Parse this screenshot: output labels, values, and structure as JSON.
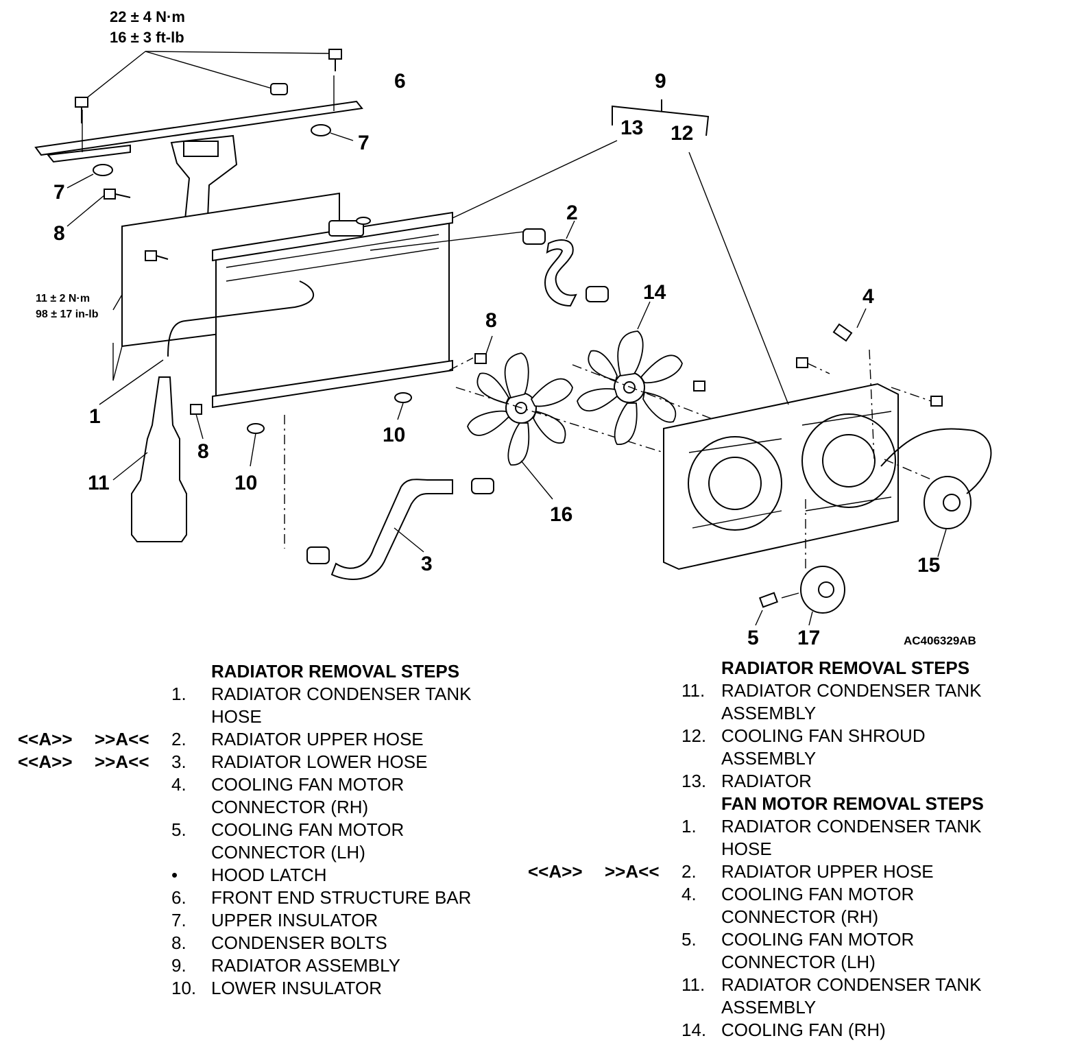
{
  "torque_top": {
    "line1": "22 ± 4 N·m",
    "line2": "16 ± 3 ft-lb"
  },
  "torque_side": {
    "line1": "11 ± 2 N·m",
    "line2": "98 ± 17 in-lb"
  },
  "figure_id": "AC406329AB",
  "callouts": {
    "c1": "1",
    "c2": "2",
    "c3": "3",
    "c4": "4",
    "c5": "5",
    "c6": "6",
    "c7a": "7",
    "c7b": "7",
    "c8a": "8",
    "c8b": "8",
    "c8c": "8",
    "c9": "9",
    "c10a": "10",
    "c10b": "10",
    "c11": "11",
    "c12": "12",
    "c13": "13",
    "c14": "14",
    "c15": "15",
    "c16": "16",
    "c17": "17"
  },
  "left_steps": {
    "heading": "RADIATOR REMOVAL STEPS",
    "rows": [
      {
        "num": "1.",
        "text": "RADIATOR CONDENSER TANK",
        "mark1": "",
        "mark2": ""
      },
      {
        "num": "",
        "text": "HOSE",
        "mark1": "",
        "mark2": ""
      },
      {
        "num": "2.",
        "text": "RADIATOR UPPER HOSE",
        "mark1": "<<A>>",
        "mark2": ">>A<<"
      },
      {
        "num": "3.",
        "text": "RADIATOR LOWER HOSE",
        "mark1": "<<A>>",
        "mark2": ">>A<<"
      },
      {
        "num": "4.",
        "text": "COOLING FAN MOTOR",
        "mark1": "",
        "mark2": ""
      },
      {
        "num": "",
        "text": "CONNECTOR (RH)",
        "mark1": "",
        "mark2": ""
      },
      {
        "num": "5.",
        "text": "COOLING FAN MOTOR",
        "mark1": "",
        "mark2": ""
      },
      {
        "num": "",
        "text": "CONNECTOR (LH)",
        "mark1": "",
        "mark2": ""
      },
      {
        "num": "•",
        "text": "HOOD LATCH",
        "mark1": "",
        "mark2": ""
      },
      {
        "num": "6.",
        "text": "FRONT END STRUCTURE BAR",
        "mark1": "",
        "mark2": ""
      },
      {
        "num": "7.",
        "text": "UPPER INSULATOR",
        "mark1": "",
        "mark2": ""
      },
      {
        "num": "8.",
        "text": "CONDENSER BOLTS",
        "mark1": "",
        "mark2": ""
      },
      {
        "num": "9.",
        "text": "RADIATOR ASSEMBLY",
        "mark1": "",
        "mark2": ""
      },
      {
        "num": "10.",
        "text": "LOWER INSULATOR",
        "mark1": "",
        "mark2": ""
      }
    ]
  },
  "right_steps": {
    "heading": "RADIATOR REMOVAL STEPS",
    "rows": [
      {
        "num": "11.",
        "text": "RADIATOR CONDENSER TANK",
        "mark1": "",
        "mark2": ""
      },
      {
        "num": "",
        "text": "ASSEMBLY",
        "mark1": "",
        "mark2": ""
      },
      {
        "num": "12.",
        "text": "COOLING FAN SHROUD",
        "mark1": "",
        "mark2": ""
      },
      {
        "num": "",
        "text": "ASSEMBLY",
        "mark1": "",
        "mark2": ""
      },
      {
        "num": "13.",
        "text": "RADIATOR",
        "mark1": "",
        "mark2": ""
      }
    ],
    "heading2": "FAN MOTOR REMOVAL STEPS",
    "rows2": [
      {
        "num": "1.",
        "text": "RADIATOR CONDENSER TANK",
        "mark1": "",
        "mark2": ""
      },
      {
        "num": "",
        "text": "HOSE",
        "mark1": "",
        "mark2": ""
      },
      {
        "num": "2.",
        "text": "RADIATOR UPPER HOSE",
        "mark1": "<<A>>",
        "mark2": ">>A<<"
      },
      {
        "num": "4.",
        "text": "COOLING FAN MOTOR",
        "mark1": "",
        "mark2": ""
      },
      {
        "num": "",
        "text": "CONNECTOR (RH)",
        "mark1": "",
        "mark2": ""
      },
      {
        "num": "5.",
        "text": "COOLING FAN MOTOR",
        "mark1": "",
        "mark2": ""
      },
      {
        "num": "",
        "text": "CONNECTOR (LH)",
        "mark1": "",
        "mark2": ""
      },
      {
        "num": "11.",
        "text": "RADIATOR CONDENSER TANK",
        "mark1": "",
        "mark2": ""
      },
      {
        "num": "",
        "text": "ASSEMBLY",
        "mark1": "",
        "mark2": ""
      },
      {
        "num": "14.",
        "text": "COOLING FAN (RH)",
        "mark1": "",
        "mark2": ""
      }
    ]
  }
}
